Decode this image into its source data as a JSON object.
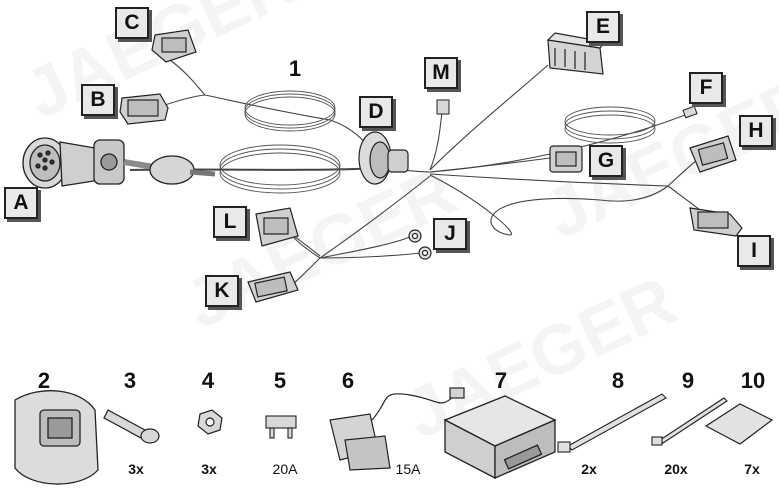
{
  "harness": {
    "number": "1",
    "labels": [
      "A",
      "B",
      "C",
      "D",
      "E",
      "F",
      "G",
      "H",
      "I",
      "J",
      "K",
      "L",
      "M"
    ]
  },
  "watermark": "JAEGER",
  "parts": [
    {
      "number": "2",
      "quantity": ""
    },
    {
      "number": "3",
      "quantity": "3x"
    },
    {
      "number": "4",
      "quantity": "3x"
    },
    {
      "number": "5",
      "quantity": "20A"
    },
    {
      "number": "6",
      "quantity": "15A"
    },
    {
      "number": "7",
      "quantity": ""
    },
    {
      "number": "8",
      "quantity": "2x"
    },
    {
      "number": "9",
      "quantity": "20x"
    },
    {
      "number": "10",
      "quantity": "7x"
    }
  ]
}
